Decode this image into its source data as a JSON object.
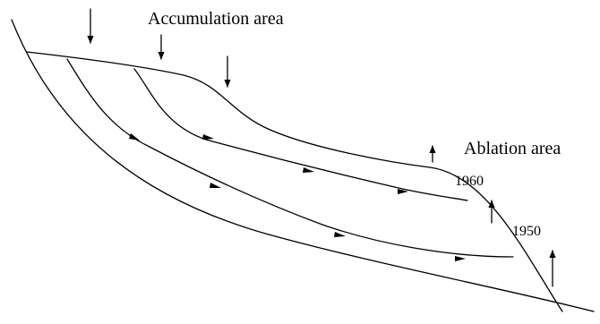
{
  "labels": {
    "accumulation": "Accumulation area",
    "ablation": "Ablation area",
    "year_upper": "1960",
    "year_lower": "1950"
  },
  "colors": {
    "line": "#000000",
    "background": "#ffffff"
  }
}
